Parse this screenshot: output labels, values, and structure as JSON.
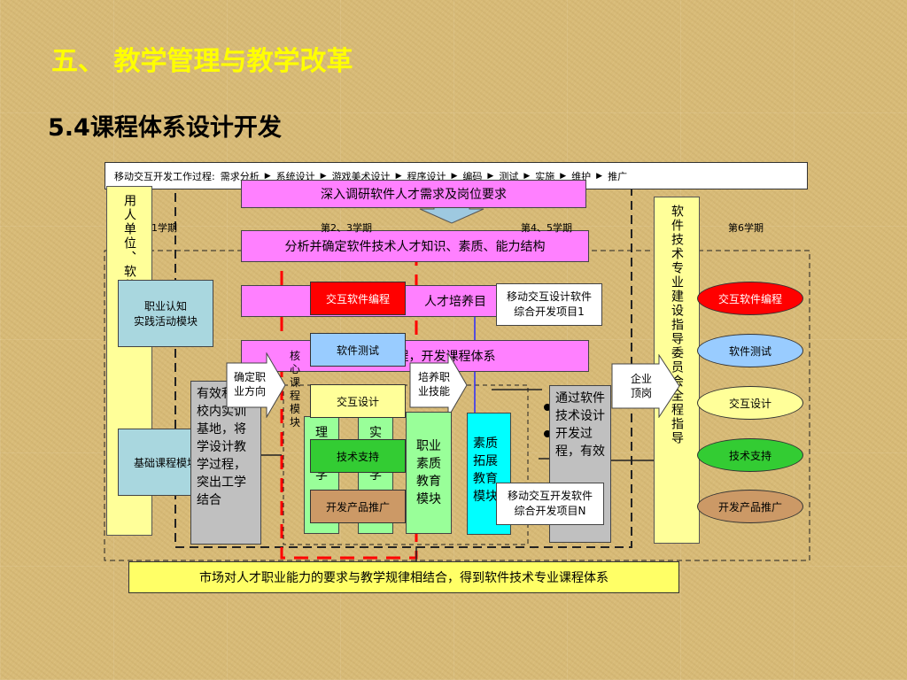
{
  "title": "五、 教学管理与教学改革",
  "subtitle": "5.4课程体系设计开发",
  "flow": {
    "prefix": "移动交互开发工作过程:",
    "steps": [
      "需求分析",
      "系统设计",
      "游戏美术设计",
      "程序设计",
      "编码",
      "测试",
      "实施",
      "维护",
      "推广"
    ]
  },
  "semesters": [
    "第1学期",
    "第2、3学期",
    "第4、5学期",
    "第6学期"
  ],
  "pink_boxes": [
    "深入调研软件人才需求及岗位要求",
    "分析并确定软件技术人才知识、素质、能力结构",
    "人才培养目",
    "依据工作过程，开发课程体系"
  ],
  "left_column": "用人单位、软件公司",
  "right_column": "软件技术专业建设指导委员会全程指导",
  "module_boxes": {
    "career": "职业认知\n实践活动模块",
    "basic": "基础课程模块"
  },
  "arrows": {
    "direction": "确定职\n业方向",
    "skills": "培养职\n业技能",
    "enterprise": "企业\n顶岗"
  },
  "gray_left": "有效利用校内实训基地，将学设计教学过程，突出工学结合",
  "gray_right": "通过软件技术设计开发过程，有效",
  "core_label": "核心课程模块",
  "green_col1": "理\n\n学",
  "green_col2": "实\n\n学",
  "quality_module": "职业素质教育模块",
  "extension_module": "素质拓展教育模块",
  "course_buttons": {
    "prog": "交互软件编程",
    "test": "软件测试",
    "design": "交互设计",
    "support": "技术支持",
    "promote": "开发产品推广"
  },
  "projects": {
    "p1": "移动交互设计软件\n综合开发项目1",
    "pn": "移动交互开发软件\n综合开发项目N"
  },
  "right_ovals": [
    "交互软件编程",
    "软件测试",
    "交互设计",
    "技术支持",
    "开发产品推广"
  ],
  "bottom_bar": "市场对人才职业能力的要求与教学规律相结合，得到软件技术专业课程体系",
  "colors": {
    "title": "#ffff00",
    "pink": "#ff80ff",
    "red_dashed": "#ff0000",
    "oval_red": "#ff0000",
    "oval_blue": "#99ccff",
    "oval_yellow": "#ffff99",
    "oval_green": "#33cc33",
    "oval_brown": "#cc9966"
  }
}
